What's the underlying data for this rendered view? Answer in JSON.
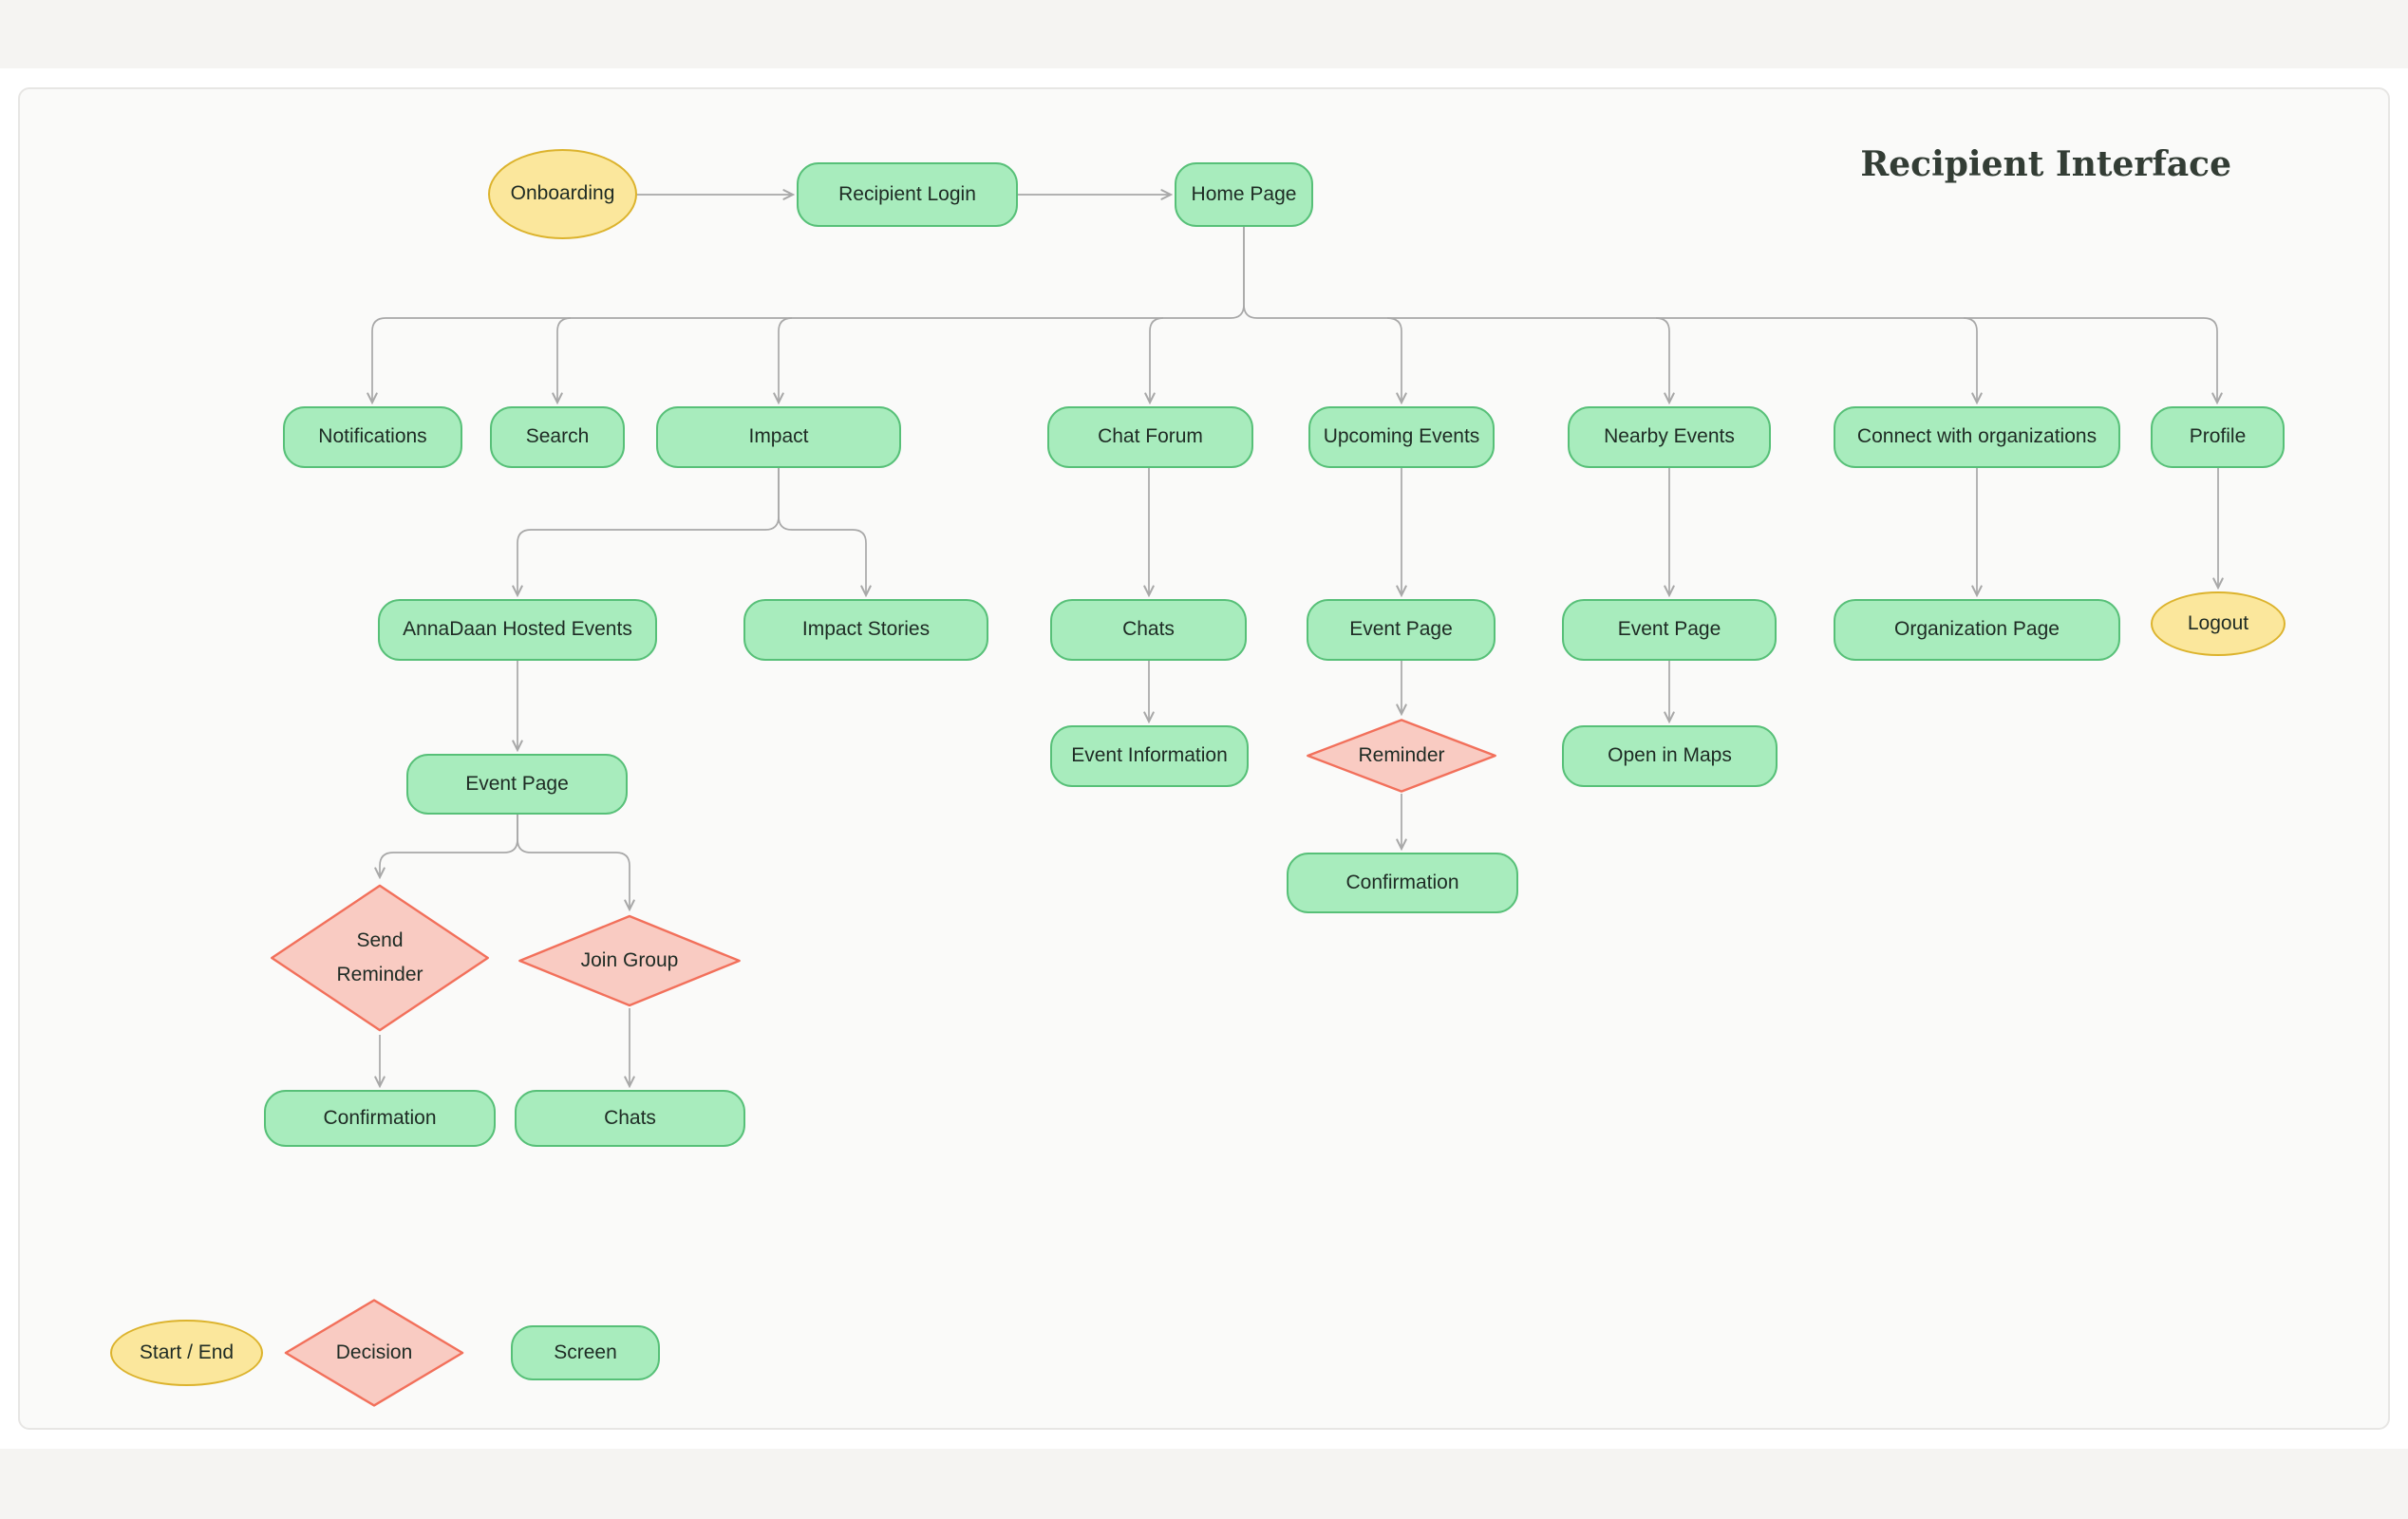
{
  "title": "Recipient Interface",
  "colors": {
    "page_bg": "#ffffff",
    "bar_bg": "#f5f4f2",
    "canvas_bg": "#fafaf9",
    "canvas_border": "#e7e6e4",
    "screen_fill": "#a8ecbd",
    "screen_border": "#57c078",
    "terminal_fill": "#fbe79c",
    "terminal_border": "#dcb32d",
    "decision_fill": "#f9cbc2",
    "decision_border": "#f2705b",
    "connector": "#a8a8a8",
    "node_text": "#1e2b24",
    "title_text": "#333d35"
  },
  "nodes": {
    "onboarding": {
      "label": "Onboarding"
    },
    "recipient_login": {
      "label": "Recipient Login"
    },
    "home_page": {
      "label": "Home Page"
    },
    "notifications": {
      "label": "Notifications"
    },
    "search": {
      "label": "Search"
    },
    "impact": {
      "label": "Impact"
    },
    "chat_forum": {
      "label": "Chat Forum"
    },
    "upcoming_events": {
      "label": "Upcoming Events"
    },
    "nearby_events": {
      "label": "Nearby Events"
    },
    "connect_orgs": {
      "label": "Connect with organizations"
    },
    "profile": {
      "label": "Profile"
    },
    "annadaan_hosted_events": {
      "label": "AnnaDaan Hosted Events"
    },
    "impact_stories": {
      "label": "Impact Stories"
    },
    "chats_forum": {
      "label": "Chats"
    },
    "event_page_upcoming": {
      "label": "Event Page"
    },
    "event_page_nearby": {
      "label": "Event Page"
    },
    "organization_page": {
      "label": "Organization Page"
    },
    "logout": {
      "label": "Logout"
    },
    "event_page_hosted": {
      "label": "Event Page"
    },
    "event_information": {
      "label": "Event Information"
    },
    "reminder": {
      "label": "Reminder"
    },
    "open_in_maps": {
      "label": "Open in Maps"
    },
    "confirmation_reminder": {
      "label": "Confirmation"
    },
    "send_reminder": {
      "label": "Send Reminder"
    },
    "join_group": {
      "label": "Join Group"
    },
    "confirmation_send": {
      "label": "Confirmation"
    },
    "chats_join": {
      "label": "Chats"
    }
  },
  "legend": {
    "start_end": {
      "label": "Start / End"
    },
    "decision": {
      "label": "Decision"
    },
    "screen": {
      "label": "Screen"
    }
  }
}
